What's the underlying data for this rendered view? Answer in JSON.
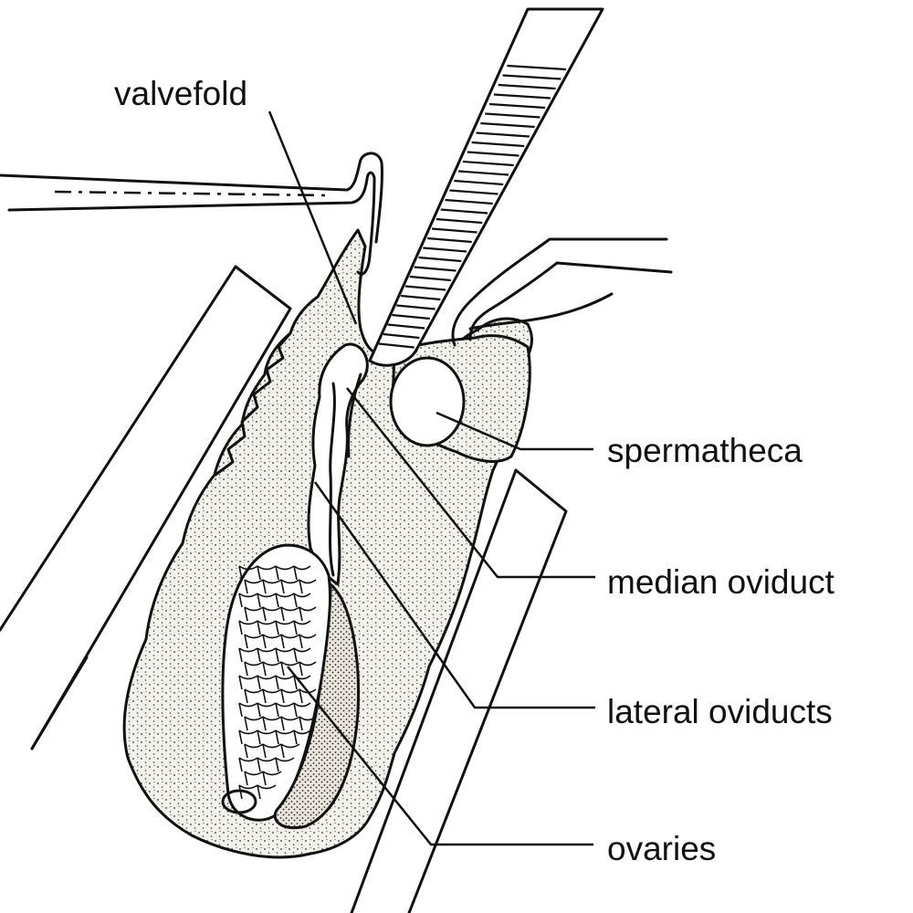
{
  "labels": {
    "valvefold": "valvefold",
    "spermatheca": "spermatheca",
    "median_oviduct": "median oviduct",
    "lateral_oviducts": "lateral oviducts",
    "ovaries": "ovaries"
  },
  "colors": {
    "ink": "#111111",
    "paper": "#ffffff",
    "tissue": "#e8e4dc"
  }
}
